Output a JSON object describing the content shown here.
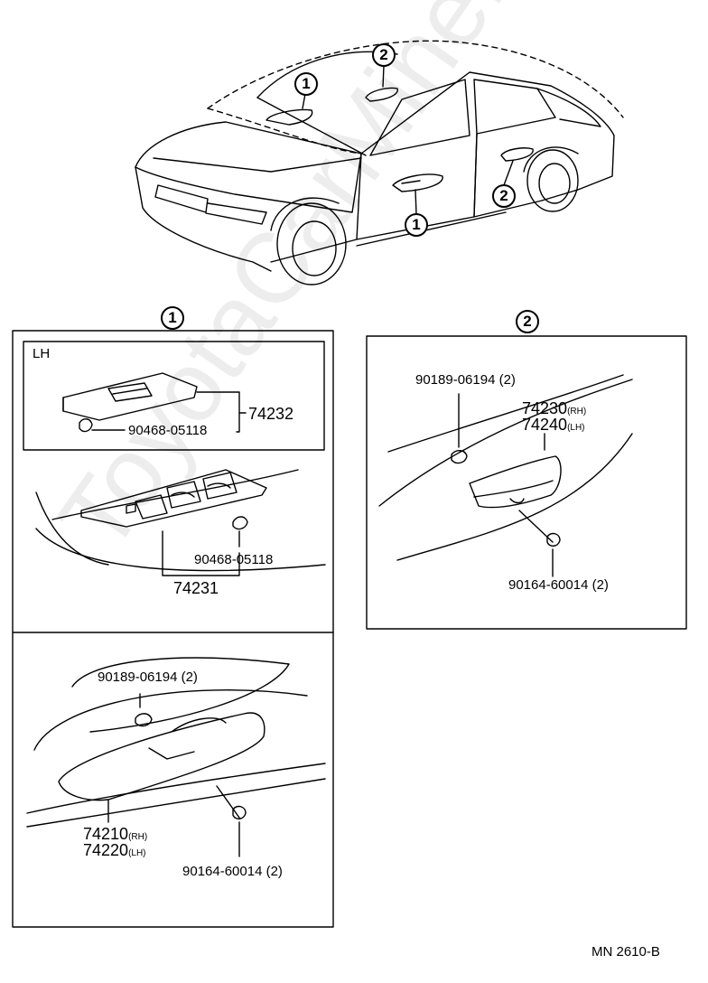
{
  "callouts": {
    "one": "1",
    "two": "2"
  },
  "inset_label": "LH",
  "parts": {
    "p74232": "74232",
    "p90468_a": "90468-05118",
    "p90468_b": "90468-05118",
    "p74231": "74231",
    "p90189_left": "90189-06194 (2)",
    "p74210": "74210",
    "p74220": "74220",
    "rh": "(RH)",
    "lh": "(LH)",
    "p90164_left": "90164-60014 (2)",
    "p90189_right": "90189-06194 (2)",
    "p74230": "74230",
    "p74240": "74240",
    "p90164_right": "90164-60014 (2)"
  },
  "diagram_code": "MN 2610-B",
  "watermark": "ToyotaCarMine.ru"
}
